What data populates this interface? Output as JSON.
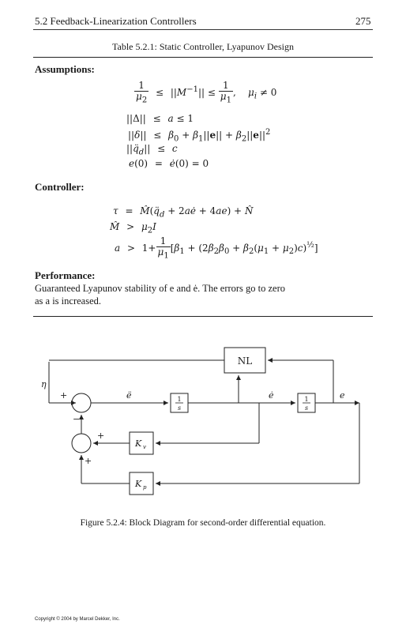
{
  "header": {
    "running_head": "5.2 Feedback-Linearization Controllers",
    "page_number": "275"
  },
  "table": {
    "caption": "Table 5.2.1: Static Controller, Lyapunov Design",
    "assumptions_heading": "Assumptions:",
    "controller_heading": "Controller:",
    "performance_heading": "Performance:",
    "performance_text_1": "Guaranteed Lyapunov stability of e and ė. The errors go to zero",
    "performance_text_2": "as a is increased."
  },
  "diagram": {
    "block_nl": "NL",
    "block_int_num": "1",
    "block_int_den": "s",
    "gain_v": "K",
    "gain_v_sub": "v",
    "gain_p": "K",
    "gain_p_sub": "p",
    "input_label": "η",
    "signal_eddot": "ë",
    "signal_edot": "ė",
    "signal_e": "e",
    "plus": "+",
    "minus": "−"
  },
  "figure_caption": "Figure 5.2.4: Block Diagram for second-order differential equation.",
  "copyright": "Copyright © 2004 by Marcel Dekker, Inc."
}
